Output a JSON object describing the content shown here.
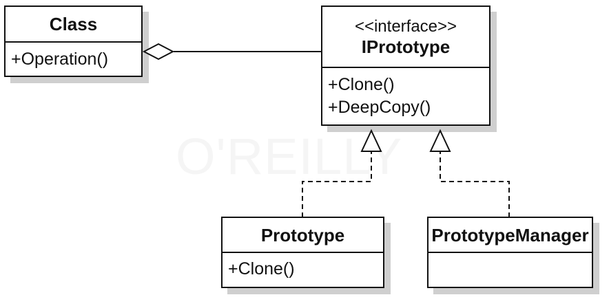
{
  "watermark": "O'REILLY",
  "classes": {
    "client": {
      "name": "Class",
      "operations": [
        "+Operation()"
      ]
    },
    "iprototype": {
      "stereotype": "<<interface>>",
      "name": "IPrototype",
      "operations": [
        "+Clone()",
        "+DeepCopy()"
      ]
    },
    "prototype": {
      "name": "Prototype",
      "operations": [
        "+Clone()"
      ]
    },
    "prototype_manager": {
      "name": "PrototypeManager",
      "operations": []
    }
  },
  "relationships": [
    {
      "type": "aggregation",
      "from": "Class",
      "to": "IPrototype"
    },
    {
      "type": "realization",
      "from": "Prototype",
      "to": "IPrototype"
    },
    {
      "type": "realization",
      "from": "PrototypeManager",
      "to": "IPrototype"
    }
  ],
  "colors": {
    "line": "#111111",
    "shadow": "#cfcfcf",
    "background": "#ffffff"
  }
}
